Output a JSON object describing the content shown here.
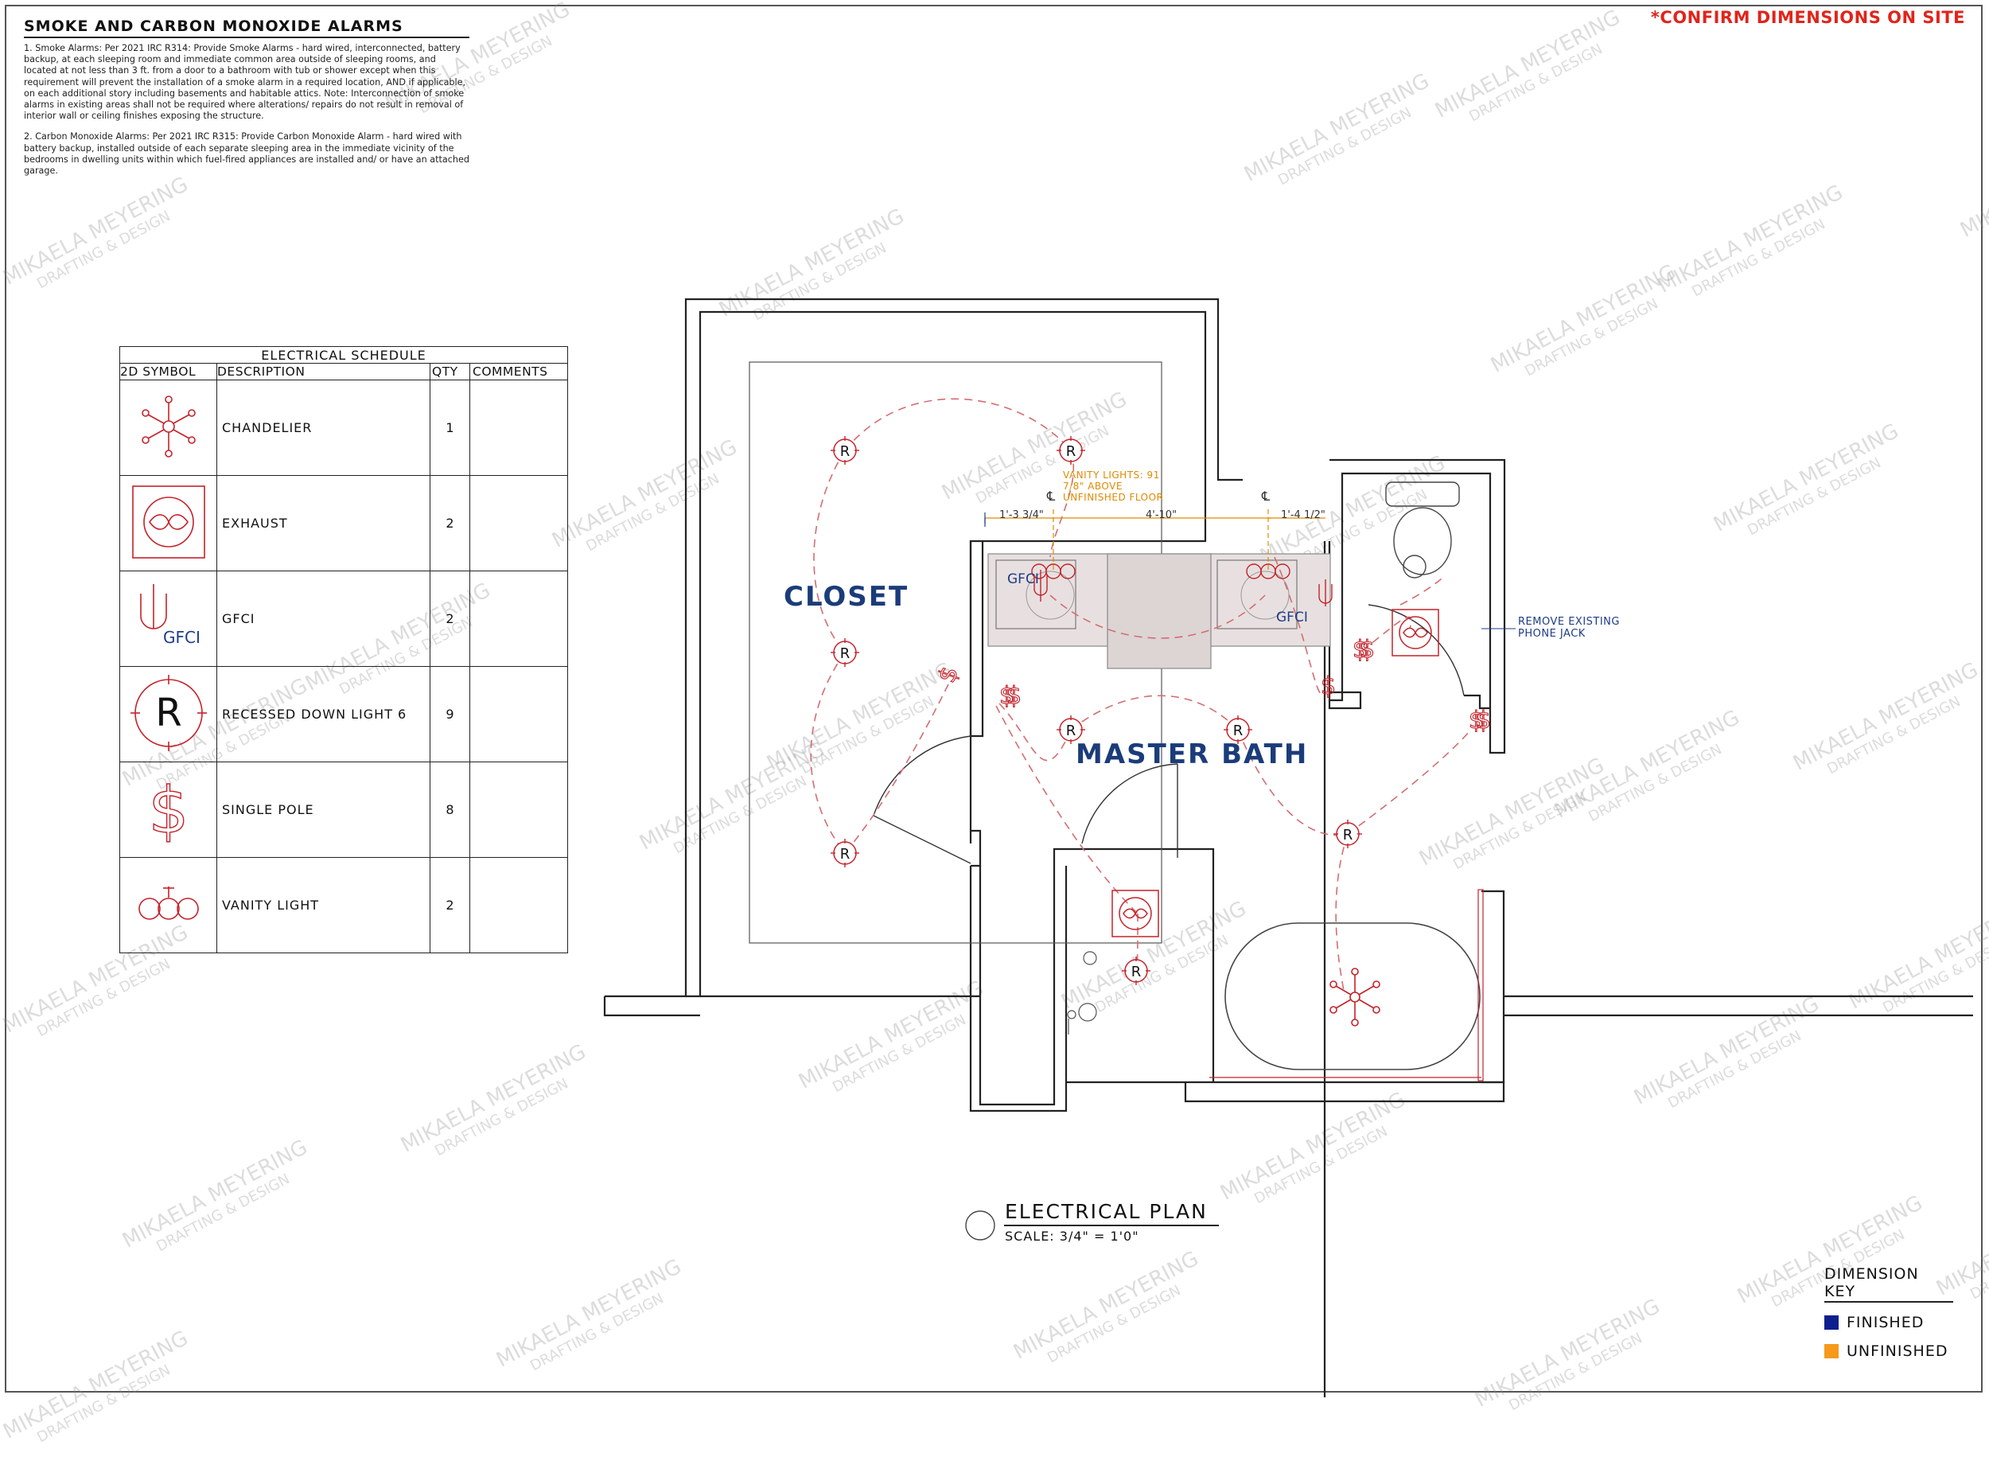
{
  "notes": {
    "title": "SMOKE AND CARBON MONOXIDE ALARMS",
    "p1": "1. Smoke Alarms: Per 2021 IRC R314: Provide Smoke Alarms - hard wired, interconnected, battery backup, at each sleeping room and immediate common area outside of sleeping rooms, and located at not less than 3 ft. from a door to a bathroom with tub or shower except when this requirement will prevent the installation of a smoke alarm in a required location, AND if applicable, on each additional story including basements and habitable attics. Note: Interconnection of smoke alarms in existing areas shall not be required where alterations/ repairs do not result in removal of interior wall or ceiling finishes exposing the structure.",
    "p2": "2. Carbon Monoxide Alarms: Per 2021 IRC R315: Provide Carbon Monoxide Alarm - hard wired with battery backup, installed outside of each separate sleeping area in the immediate vicinity of the bedrooms in dwelling units within which fuel-fired appliances are installed and/ or have an attached garage."
  },
  "confirm_note": "*CONFIRM DIMENSIONS ON SITE",
  "watermark": {
    "line1": "MIKAELA MEYERING",
    "line2": "DRAFTING & DESIGN"
  },
  "schedule": {
    "title": "ELECTRICAL SCHEDULE",
    "headers": [
      "2D SYMBOL",
      "DESCRIPTION",
      "QTY",
      "COMMENTS"
    ],
    "rows": [
      {
        "icon": "chandelier-icon",
        "description": "CHANDELIER",
        "qty": "1",
        "comments": ""
      },
      {
        "icon": "exhaust-fan-icon",
        "description": "EXHAUST",
        "qty": "2",
        "comments": ""
      },
      {
        "icon": "gfci-outlet-icon",
        "description": "GFCI",
        "qty": "2",
        "comments": "",
        "symbol_text": "GFCI"
      },
      {
        "icon": "recessed-light-icon",
        "description": "RECESSED DOWN LIGHT 6",
        "qty": "9",
        "comments": "",
        "symbol_text": "R"
      },
      {
        "icon": "single-pole-switch-icon",
        "description": "SINGLE POLE",
        "qty": "8",
        "comments": "",
        "symbol_text": "$"
      },
      {
        "icon": "vanity-light-icon",
        "description": "VANITY LIGHT",
        "qty": "2",
        "comments": ""
      }
    ]
  },
  "plan": {
    "rooms": {
      "closet": "CLOSET",
      "master_bath": "MASTER BATH"
    },
    "vanity_note": "VANITY LIGHTS: 91 7/8\" ABOVE UNFINISHED FLOOR",
    "dims": {
      "d1": "1'-3 3/4\"",
      "d2": "4'-10\"",
      "d3": "1'-4 1/2\""
    },
    "centerline": "℄",
    "gfci_label": "GFCI",
    "light_symbol": "R",
    "switch_symbol": "$",
    "phone_note": "REMOVE EXISTING PHONE JACK",
    "title": "ELECTRICAL PLAN",
    "scale": "SCALE: 3/4\" = 1'0\""
  },
  "dimension_key": {
    "title": "DIMENSION KEY",
    "items": [
      {
        "label": "FINISHED",
        "color": "#0d1f8c"
      },
      {
        "label": "UNFINISHED",
        "color": "#f59a1b"
      }
    ]
  },
  "colors": {
    "electrical": "#c4232a",
    "wall": "#222222",
    "annotation_blue": "#1f3d86",
    "annotation_orange": "#e08a00"
  }
}
